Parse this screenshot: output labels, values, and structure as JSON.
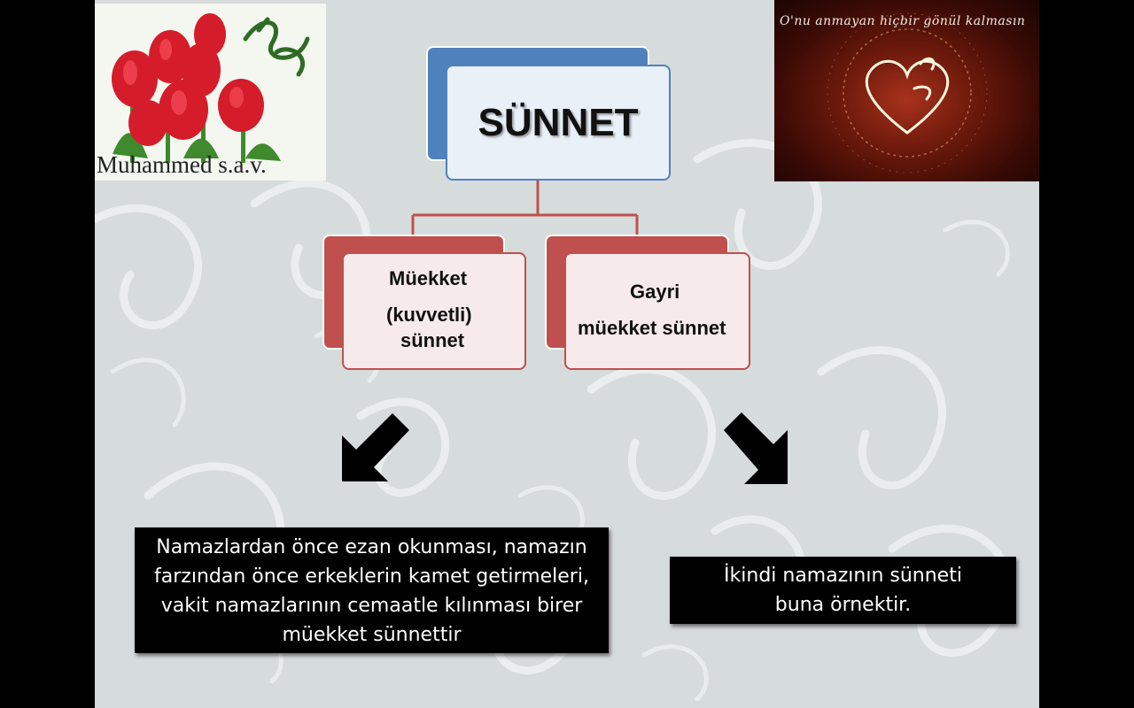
{
  "diagram": {
    "root": {
      "label": "SÜNNET"
    },
    "children": [
      {
        "lines": [
          "Müekket",
          "(kuvvetli)",
          "sünnet"
        ]
      },
      {
        "lines": [
          "Gayri",
          "müekket sünnet"
        ]
      }
    ]
  },
  "notes": {
    "left": [
      "Namazlardan önce ezan okunması, namazın",
      "farzından önce erkeklerin kamet getirmeleri,",
      "vakit namazlarının cemaatle kılınması birer",
      "müekket sünnettir"
    ],
    "right": [
      "İkindi namazının sünneti",
      "buna örnektir."
    ]
  },
  "images": {
    "left_caption": "Muhammed s.a.v.",
    "right_caption": "O'nu anmayan hiçbir gönül kalmasın"
  },
  "colors": {
    "root_accent": "#4f81bd",
    "child_accent": "#c0504d",
    "connector": "#c0504d",
    "background": "#d6dbdb"
  }
}
